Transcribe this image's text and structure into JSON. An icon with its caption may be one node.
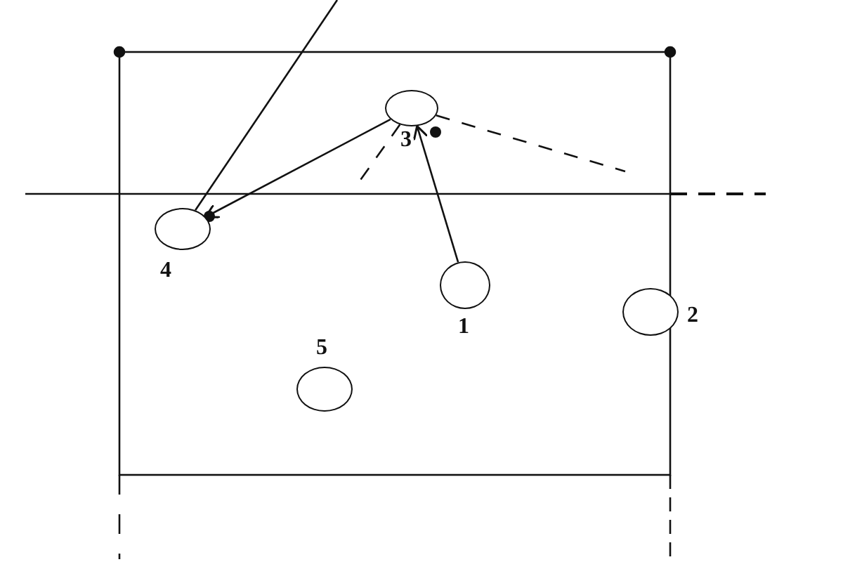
{
  "diagram": {
    "nodes": [
      {
        "text": [],
        "shape": "circle",
        "beside": [
          "1"
        ]
      },
      {
        "text": [],
        "shape": "circle",
        "beside": [
          "2"
        ]
      },
      {
        "text": [],
        "shape": "circle",
        "beside": [
          "3"
        ]
      },
      {
        "text": [],
        "shape": "circle",
        "beside": [
          "4"
        ]
      },
      {
        "text": [],
        "shape": "circle",
        "beside": [
          "5"
        ]
      }
    ],
    "edges": [
      {
        "from": 0,
        "to": 2,
        "arrow": "to"
      },
      {
        "from": 2,
        "to": 3,
        "arrow": "to"
      },
      {
        "from": null,
        "to": 3,
        "arrow": "none"
      },
      {
        "from": 2,
        "to": null,
        "arrow": "none",
        "style": "dashed"
      },
      {
        "from": 2,
        "to": null,
        "arrow": "none",
        "style": "dashed"
      }
    ]
  }
}
